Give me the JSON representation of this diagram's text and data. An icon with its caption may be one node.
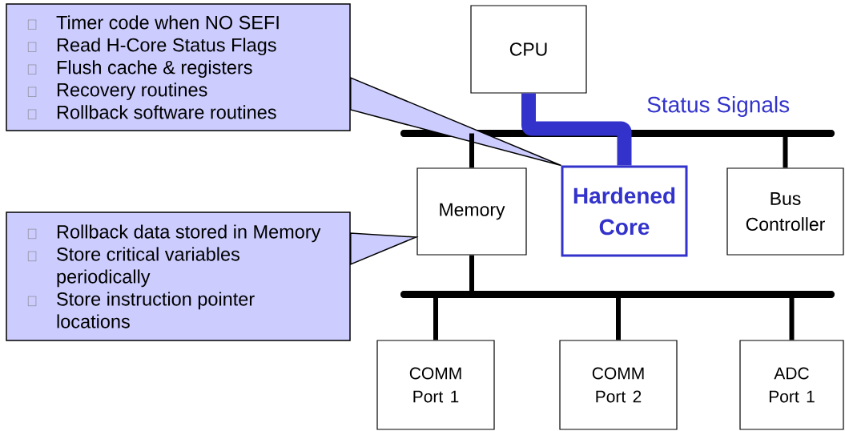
{
  "diagram": {
    "nodes": [
      {
        "text": [
          "Timer code when NO SEFI",
          "Read H-Core Status Flags",
          "Flush cache & registers",
          "Recovery routines",
          "Rollback software routines"
        ]
      },
      {
        "text": [
          "Rollback data stored in Memory",
          "Store critical variables periodically",
          "Store instruction pointer locations"
        ]
      },
      {
        "text": [
          "CPU"
        ]
      },
      {
        "text": [
          "Memory"
        ]
      },
      {
        "text": [
          "Hardened Core"
        ]
      },
      {
        "text": [
          "Bus Controller"
        ]
      },
      {
        "text": [
          "COMM Port 1"
        ]
      },
      {
        "text": [
          "COMM Port 2"
        ]
      },
      {
        "text": [
          "ADC Port 1"
        ]
      },
      {
        "text": [],
        "shape": "bar"
      },
      {
        "text": [],
        "shape": "bar"
      }
    ],
    "edges": [
      {
        "from": 0,
        "to": 4,
        "arrow": "none"
      },
      {
        "from": 1,
        "to": 3,
        "arrow": "none"
      },
      {
        "from": 2,
        "to": 4,
        "arrow": "none",
        "label": "Status Signals",
        "style": "thick",
        "color": "#3333cc"
      },
      {
        "from": 3,
        "to": 9,
        "arrow": "none"
      },
      {
        "from": 5,
        "to": 9,
        "arrow": "none"
      },
      {
        "from": 3,
        "to": 10,
        "arrow": "none"
      },
      {
        "from": 6,
        "to": 10,
        "arrow": "none"
      },
      {
        "from": 7,
        "to": 10,
        "arrow": "none"
      },
      {
        "from": 8,
        "to": 10,
        "arrow": "none"
      }
    ]
  }
}
